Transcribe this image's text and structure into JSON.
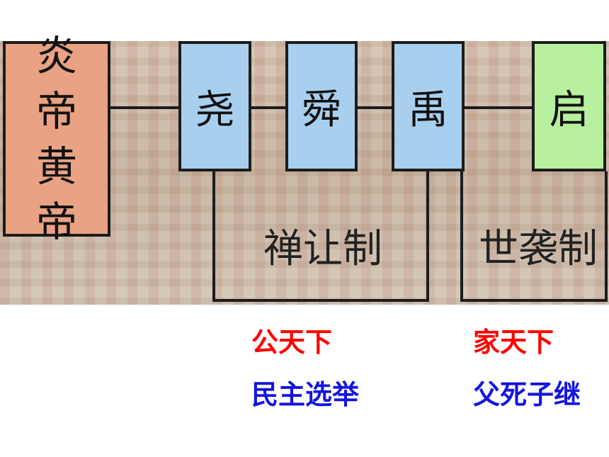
{
  "diagram": {
    "yandi_box": {
      "line1": "炎帝",
      "line2": "黄帝"
    },
    "rulers": [
      "尧",
      "舜",
      "禹",
      "启"
    ],
    "groups": [
      {
        "label": "禅让制"
      },
      {
        "label": "世袭制"
      }
    ]
  },
  "captions": {
    "left": {
      "top": "公天下",
      "bottom": "民主选举"
    },
    "right": {
      "top": "家天下",
      "bottom": "父死子继"
    }
  },
  "colors": {
    "origin_box": "#e9a283",
    "ruler_box": "#a9cfee",
    "hereditary_box": "#b8ef9f",
    "caption_top": "#ff0000",
    "caption_bottom": "#1414e0"
  }
}
